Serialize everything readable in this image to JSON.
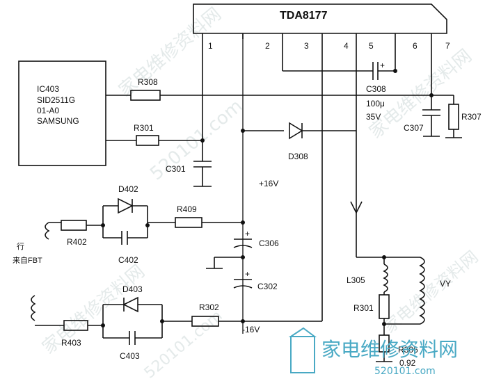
{
  "ic": {
    "name": "TDA8177",
    "pins": [
      "1",
      "2",
      "3",
      "4",
      "5",
      "6",
      "7"
    ]
  },
  "ic403": {
    "lines": [
      "IC403",
      "SID2511G",
      "01-A0",
      "SAMSUNG"
    ]
  },
  "components": {
    "r308": "R308",
    "r301a": "R301",
    "c301": "C301",
    "c308": "C308",
    "c308_value": "100μ",
    "c308_voltage": "35V",
    "c307": "C307",
    "r307": "R307",
    "d308": "D308",
    "plus16": "+16V",
    "minus16": "-16V",
    "d402": "D402",
    "r409": "R409",
    "r402": "R402",
    "c402": "C402",
    "c306": "C306",
    "c302": "C302",
    "d403": "D403",
    "r302": "R302",
    "r403": "R403",
    "c403": "C403",
    "l305": "L305",
    "r301b": "R301",
    "r306": "R306",
    "r306_value": "0.92",
    "vy": "VY"
  },
  "input_label": {
    "line1": "行",
    "line2": "来自FBT"
  },
  "watermark": {
    "brand": "家电维修资料网",
    "url": "520101.com",
    "diag_text": "家电维修资料网",
    "diag_url": "520101.com"
  }
}
